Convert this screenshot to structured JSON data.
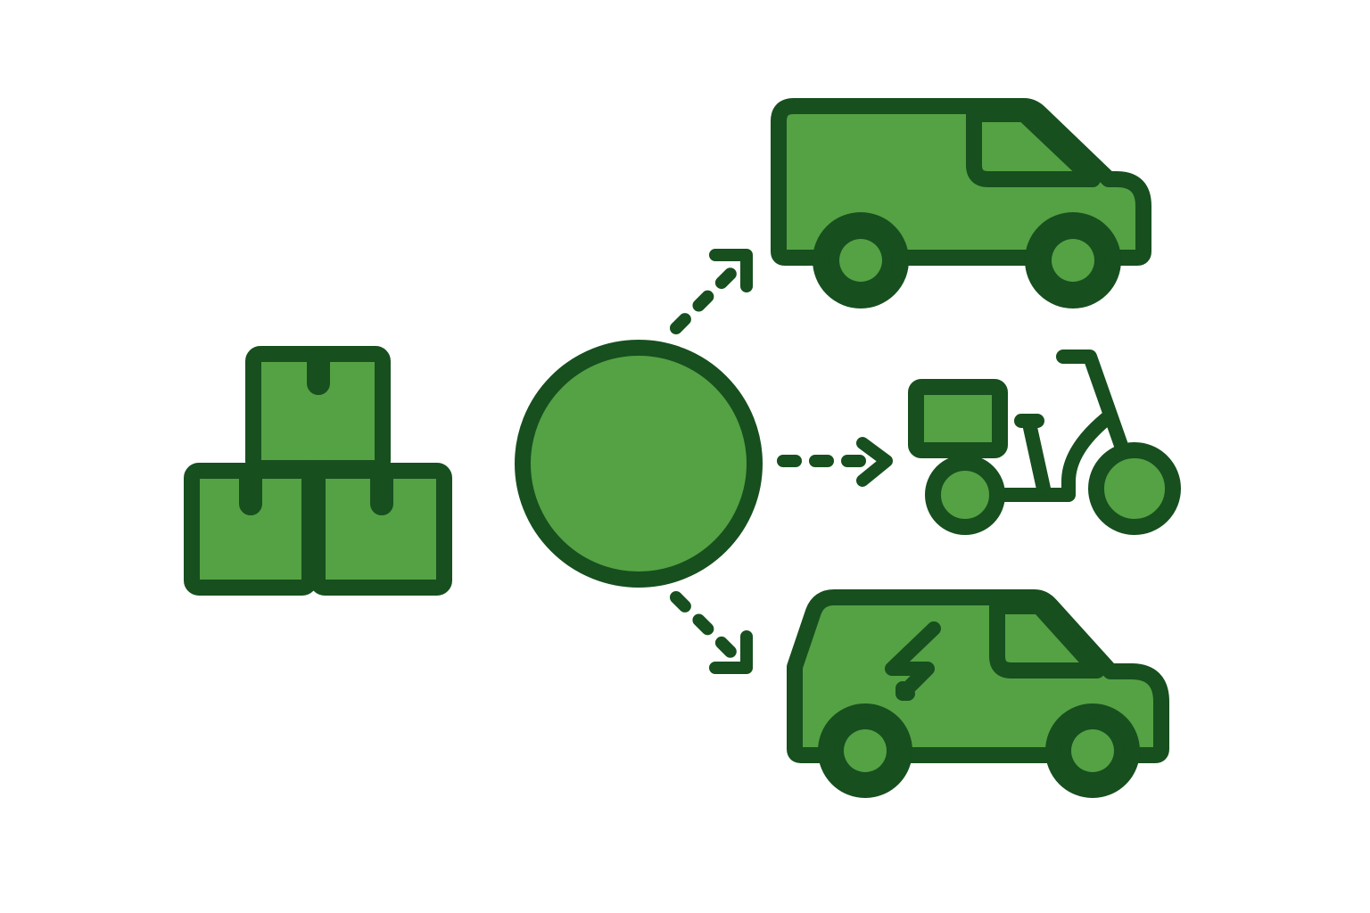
{
  "diagram": {
    "colors": {
      "outline": "#174f1f",
      "fill": "#54a244",
      "background": "#ffffff"
    },
    "nodes": [
      {
        "icon": "stacked-boxes-icon"
      },
      {
        "icon": "hub-circle-icon"
      },
      {
        "icon": "delivery-van-icon"
      },
      {
        "icon": "cargo-scooter-icon"
      },
      {
        "icon": "electric-van-icon"
      }
    ],
    "edges": [
      {
        "from": "hub-circle-icon",
        "to": "delivery-van-icon",
        "style": "dashed-arrow"
      },
      {
        "from": "hub-circle-icon",
        "to": "cargo-scooter-icon",
        "style": "dashed-arrow"
      },
      {
        "from": "hub-circle-icon",
        "to": "electric-van-icon",
        "style": "dashed-arrow"
      }
    ]
  }
}
